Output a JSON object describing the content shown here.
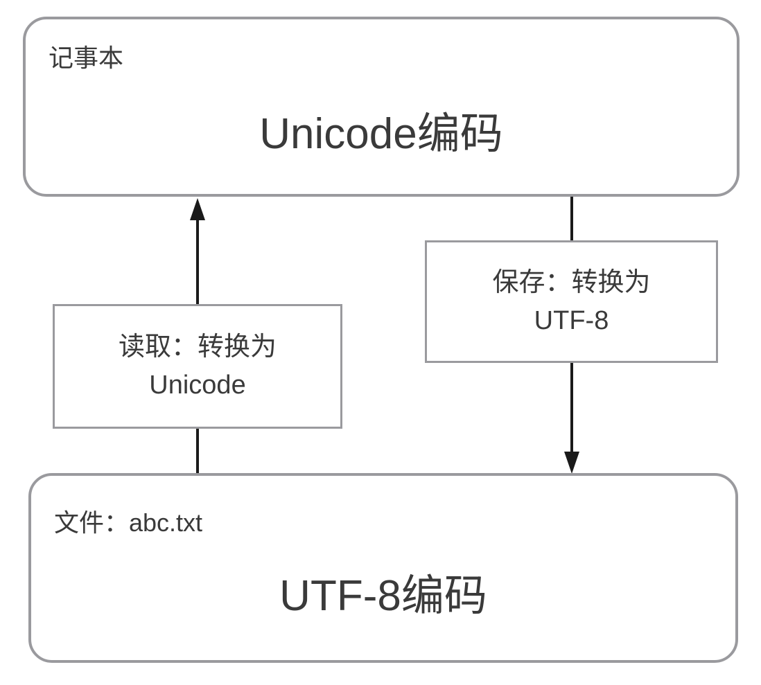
{
  "diagram": {
    "title": "Notepad Unicode / UTF-8 encoding conversion flow",
    "line_color": "#9a9a9e",
    "arrow_color": "#1a1a1a",
    "text_color": "#3a3a3a",
    "background": "#ffffff",
    "nodes": {
      "notepad": {
        "corner_label": "记事本",
        "title": "Unicode编码"
      },
      "file": {
        "corner_label": "文件：abc.txt",
        "title": "UTF-8编码"
      },
      "read_note": {
        "line1": "读取：转换为",
        "line2": "Unicode"
      },
      "save_note": {
        "line1": "保存：转换为",
        "line2": "UTF-8"
      }
    },
    "edges": [
      {
        "name": "read-edge",
        "from": "file",
        "to": "notepad",
        "label": "读取：转换为 Unicode",
        "direction": "up",
        "arrowhead": "filled-triangle"
      },
      {
        "name": "save-edge",
        "from": "notepad",
        "to": "file",
        "label": "保存：转换为 UTF-8",
        "direction": "down",
        "arrowhead": "filled-triangle"
      }
    ]
  },
  "chart_data": {
    "type": "diagram",
    "title": "Notepad Unicode / UTF-8 encoding conversion flow",
    "nodes": [
      {
        "id": "notepad",
        "label": "记事本",
        "detail": "Unicode编码",
        "shape": "rounded-rect"
      },
      {
        "id": "read_note",
        "label": "读取：转换为 Unicode",
        "shape": "rect"
      },
      {
        "id": "save_note",
        "label": "保存：转换为 UTF-8",
        "shape": "rect"
      },
      {
        "id": "file",
        "label": "文件：abc.txt",
        "detail": "UTF-8编码",
        "shape": "rounded-rect"
      }
    ],
    "edges": [
      {
        "from": "file",
        "via": "read_note",
        "to": "notepad",
        "direction": "up"
      },
      {
        "from": "notepad",
        "via": "save_note",
        "to": "file",
        "direction": "down"
      }
    ]
  }
}
